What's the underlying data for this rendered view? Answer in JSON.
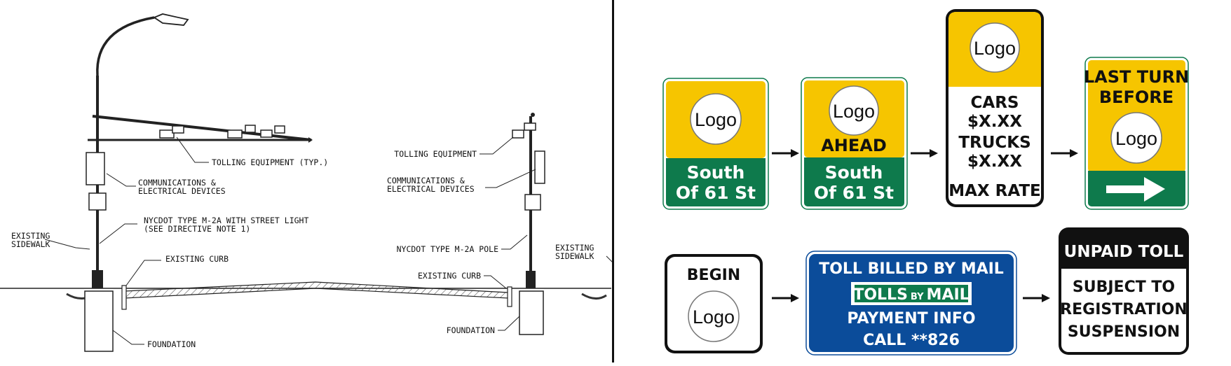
{
  "drawing": {
    "left_labels": {
      "tolling": "TOLLING EQUIPMENT (TYP.)",
      "comms_1": "COMMUNICATIONS &",
      "comms_2": "ELECTRICAL DEVICES",
      "pole_1": "NYCDOT TYPE M-2A WITH STREET LIGHT",
      "pole_2": "(SEE DIRECTIVE NOTE 1)",
      "sidewalk_1": "EXISTING",
      "sidewalk_2": "SIDEWALK",
      "curb": "EXISTING CURB",
      "foundation": "FOUNDATION"
    },
    "right_labels": {
      "tolling": "TOLLING EQUIPMENT",
      "comms_1": "COMMUNICATIONS &",
      "comms_2": "ELECTRICAL DEVICES",
      "pole": "NYCDOT TYPE M-2A POLE",
      "sidewalk_1": "EXISTING",
      "sidewalk_2": "SIDEWALK",
      "curb": "EXISTING CURB",
      "foundation": "FOUNDATION"
    }
  },
  "colors": {
    "yellow": "#F6C500",
    "green": "#0E7A4C",
    "blue": "#0B4C9A",
    "black": "#111111",
    "white": "#FFFFFF"
  },
  "signs": {
    "s1": {
      "logo": "Logo",
      "line1": "South",
      "line2": "Of 61 St"
    },
    "s2": {
      "logo": "Logo",
      "ahead": "AHEAD",
      "line1": "South",
      "line2": "Of 61 St"
    },
    "s3": {
      "logo": "Logo",
      "l1": "CARS",
      "l2": "$X.XX",
      "l3": "TRUCKS",
      "l4": "$X.XX",
      "l5": "MAX RATE"
    },
    "s4": {
      "l1": "LAST TURN",
      "l2": "BEFORE",
      "logo": "Logo",
      "arrow_icon": "arrow-right-icon"
    },
    "s5": {
      "title": "BEGIN",
      "logo": "Logo"
    },
    "s6": {
      "l1": "TOLL BILLED BY MAIL",
      "badge_a": "TOLLS",
      "badge_b": "BY",
      "badge_c": "MAIL",
      "l2": "PAYMENT INFO",
      "l3": "CALL **826"
    },
    "s7": {
      "header": "UNPAID TOLL",
      "l1": "SUBJECT TO",
      "l2": "REGISTRATION",
      "l3": "SUSPENSION"
    }
  }
}
